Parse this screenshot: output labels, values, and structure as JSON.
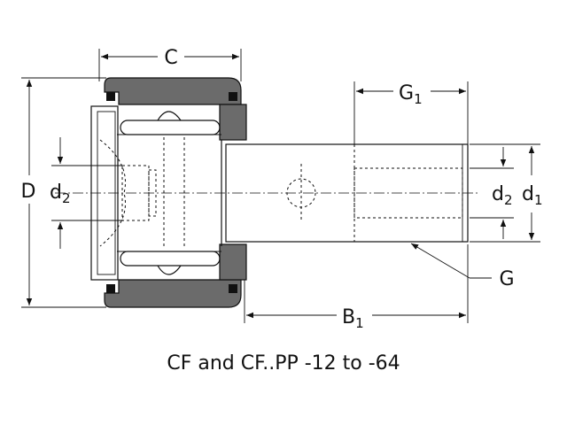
{
  "labels": {
    "C": "C",
    "D": "D",
    "d2_left": {
      "base": "d",
      "sub": "2"
    },
    "d2_right": {
      "base": "d",
      "sub": "2"
    },
    "d1": {
      "base": "d",
      "sub": "1"
    },
    "G1": {
      "base": "G",
      "sub": "1"
    },
    "G": "G",
    "B1": {
      "base": "B",
      "sub": "1"
    }
  },
  "caption": "CF and CF..PP -12 to -64",
  "colors": {
    "body_fill": "#6b6b6b",
    "line": "#111111",
    "seal": "#111111"
  }
}
